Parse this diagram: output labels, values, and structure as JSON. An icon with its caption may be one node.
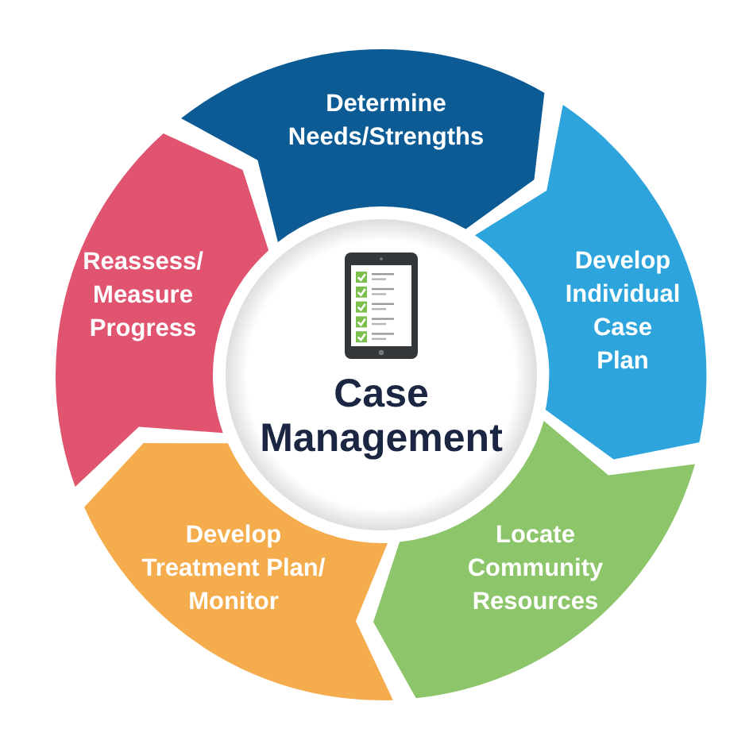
{
  "diagram": {
    "nodes": [
      {
        "text": [
          "Case Management"
        ]
      },
      {
        "text": [
          "Determine Needs/Strengths"
        ]
      },
      {
        "text": [
          "Develop Individual Case Plan"
        ]
      },
      {
        "text": [
          "Locate Community Resources"
        ]
      },
      {
        "text": [
          "Develop Treatment Plan/ Monitor"
        ]
      },
      {
        "text": [
          "Reassess/ Measure Progress"
        ]
      }
    ]
  }
}
